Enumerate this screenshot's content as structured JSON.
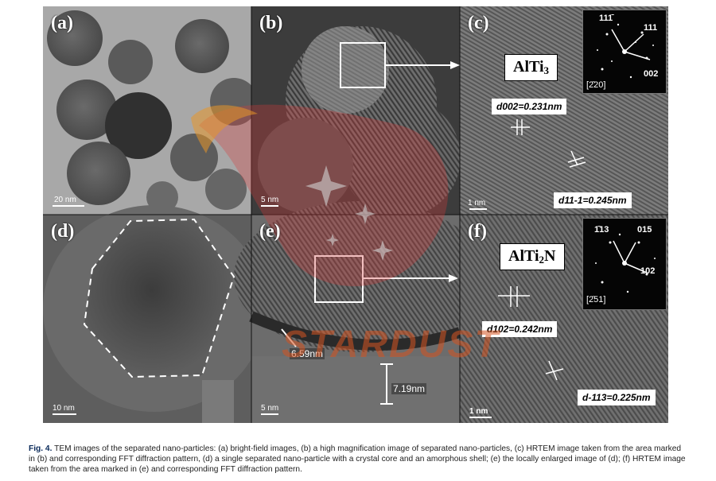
{
  "panels": {
    "a": {
      "label": "(a)",
      "scale_bar": "20 nm"
    },
    "b": {
      "label": "(b)",
      "scale_bar": "5 nm"
    },
    "c": {
      "label": "(c)",
      "phase": "AlTi",
      "phase_sub": "3",
      "d1": "d002=0.231nm",
      "d2": "d11-1=0.245nm",
      "scale_bar": "1 nm",
      "fft_spots": [
        "111̄",
        "111",
        "002"
      ],
      "zone_axis": "[2̄20]"
    },
    "d": {
      "label": "(d)",
      "scale_bar": "10 nm"
    },
    "e": {
      "label": "(e)",
      "scale_bar": "5 nm",
      "shell_1": "6.59nm",
      "shell_2": "7.19nm"
    },
    "f": {
      "label": "(f)",
      "phase": "AlTi",
      "phase_sub": "2",
      "phase_suffix": "N",
      "d1": "d102=0.242nm",
      "d2": "d-113=0.225nm",
      "scale_bar": "1 nm",
      "fft_spots": [
        "1̄13",
        "015",
        "102"
      ],
      "zone_axis": "[2̄51]"
    }
  },
  "watermark": "STARDUST",
  "caption": {
    "label": "Fig. 4.",
    "text": "TEM images of the separated nano-particles: (a) bright-field images, (b) a high magnification image of separated nano-particles, (c) HRTEM image taken from the area marked in (b) and corresponding FFT diffraction pattern, (d) a single separated nano-particle with a crystal core and an amorphous shell; (e) the locally enlarged image of (d); (f) HRTEM image taken from the area marked in (e) and corresponding FFT diffraction pattern."
  }
}
